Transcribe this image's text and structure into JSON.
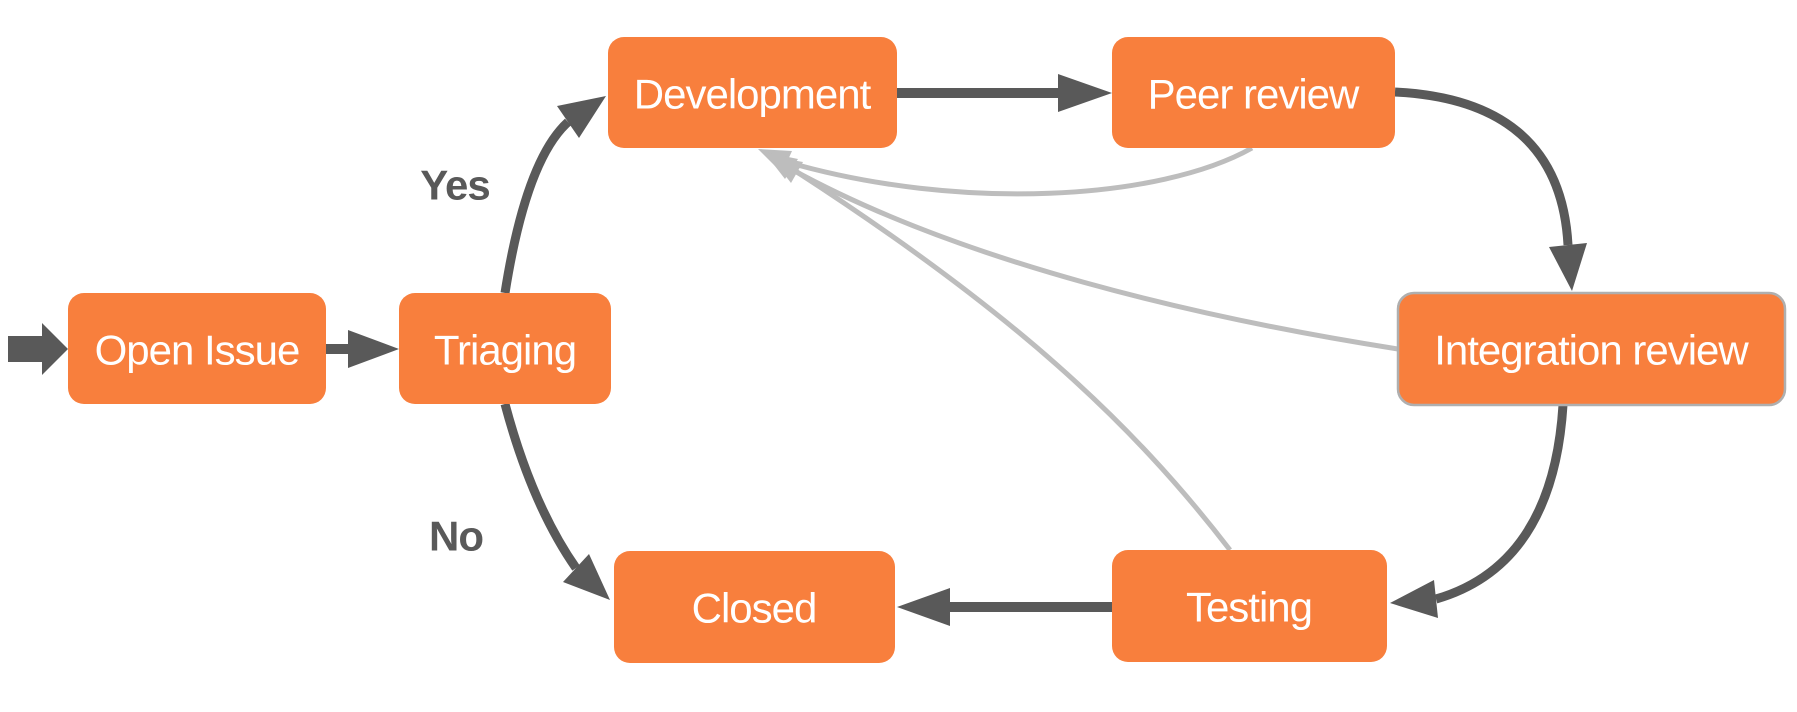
{
  "diagram": {
    "type": "flowchart",
    "background_color": "#FFFFFF",
    "nodes": {
      "open_issue": {
        "label": "Open Issue"
      },
      "triaging": {
        "label": "Triaging"
      },
      "development": {
        "label": "Development"
      },
      "peer_review": {
        "label": "Peer review"
      },
      "integration_review": {
        "label": "Integration review"
      },
      "testing": {
        "label": "Testing"
      },
      "closed": {
        "label": "Closed"
      }
    },
    "edge_labels": {
      "yes": "Yes",
      "no": "No"
    },
    "edges": [
      {
        "from": "start",
        "to": "Open Issue",
        "style": "dark"
      },
      {
        "from": "Open Issue",
        "to": "Triaging",
        "style": "dark"
      },
      {
        "from": "Triaging",
        "to": "Development",
        "label": "Yes",
        "style": "dark"
      },
      {
        "from": "Triaging",
        "to": "Closed",
        "label": "No",
        "style": "dark"
      },
      {
        "from": "Development",
        "to": "Peer review",
        "style": "dark"
      },
      {
        "from": "Peer review",
        "to": "Integration review",
        "style": "dark"
      },
      {
        "from": "Integration review",
        "to": "Testing",
        "style": "dark"
      },
      {
        "from": "Testing",
        "to": "Closed",
        "style": "dark"
      },
      {
        "from": "Peer review",
        "to": "Development",
        "style": "light"
      },
      {
        "from": "Integration review",
        "to": "Development",
        "style": "light"
      },
      {
        "from": "Testing",
        "to": "Development",
        "style": "light"
      }
    ],
    "colors": {
      "node_fill": "#F87F3D",
      "node_text": "#FFFFFF",
      "edge_dark": "#595959",
      "edge_light": "#BDBDBD",
      "integration_review_border": "#AFAFAF",
      "edge_label_text": "#595959"
    }
  }
}
